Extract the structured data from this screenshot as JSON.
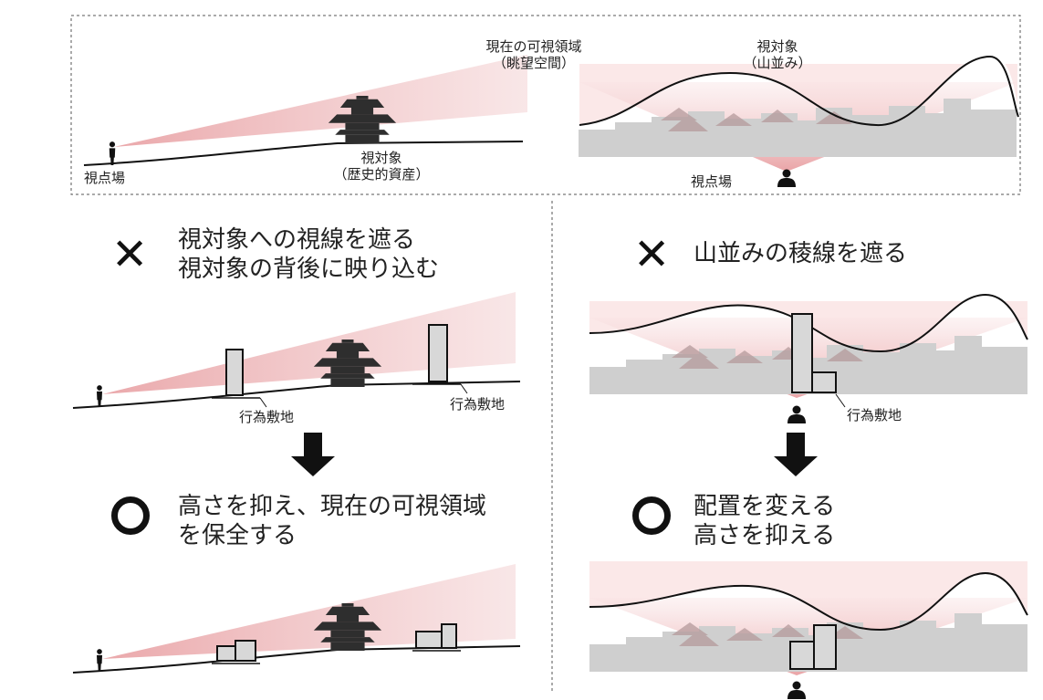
{
  "top": {
    "current_view_label": "現在の可視領域\n（眺望空間）",
    "target_mountain_label": "視対象\n（山並み）",
    "viewpoint_label_left": "視点場",
    "target_heritage_label": "視対象\n（歴史的資産）",
    "viewpoint_label_right": "視点場"
  },
  "left": {
    "bad_mark": "✕",
    "bad_text": "視対象への視線を遮る\n視対象の背後に映り込む",
    "site_label_1": "行為敷地",
    "site_label_2": "行為敷地",
    "good_text": "高さを抑え、現在の可視領域\nを保全する"
  },
  "right": {
    "bad_mark": "✕",
    "bad_text": "山並みの稜線を遮る",
    "site_label": "行為敷地",
    "good_text": "配置を変える\n高さを抑える"
  }
}
